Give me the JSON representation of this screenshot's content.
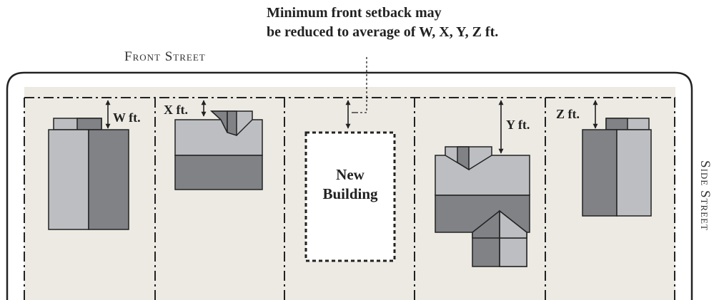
{
  "note": {
    "line1": "Minimum front setback may",
    "line2": "be reduced to average of W, X, Y, Z ft."
  },
  "streets": {
    "front": "Front Street",
    "side": "Side Street"
  },
  "setbacks": {
    "w": "W ft.",
    "x": "X ft.",
    "y": "Y ft.",
    "z": "Z ft."
  },
  "new_building": {
    "line1": "New",
    "line2": "Building"
  },
  "colors": {
    "lot_fill": "#edeae3",
    "light_roof": "#bcbec1",
    "dark_roof": "#808286",
    "outline": "#222222"
  }
}
